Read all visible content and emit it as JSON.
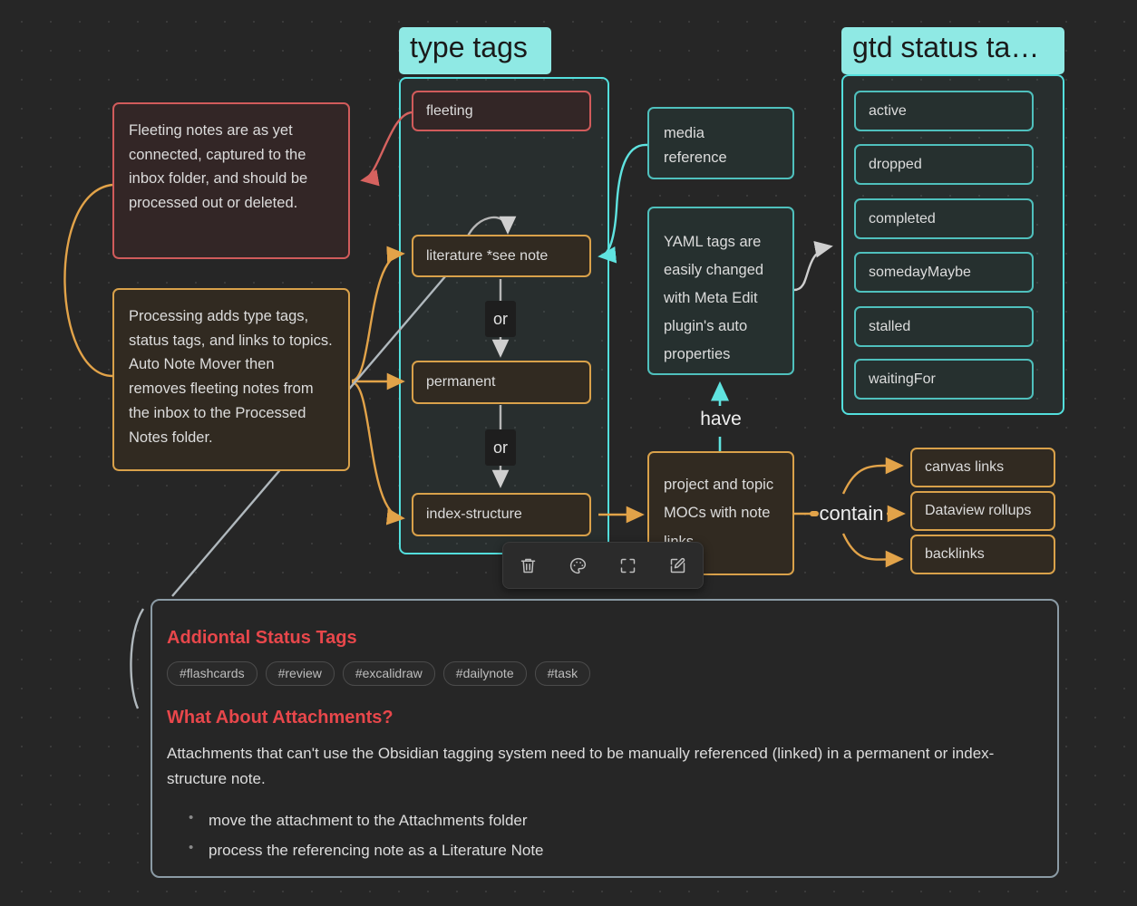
{
  "canvas": {
    "background_color": "#262626",
    "grid": "dot-grid"
  },
  "groups": [
    {
      "id": "type-tags",
      "label": "type tags",
      "color": "#8fe9e4"
    },
    {
      "id": "gtd-status",
      "label": "gtd status ta…",
      "color": "#8fe9e4"
    }
  ],
  "notes": {
    "fleeting_note": "Fleeting notes are as yet connected, captured to the inbox folder, and should be processed out or deleted.",
    "processing_note": "Processing adds type tags, status tags, and links to topics. Auto Note Mover then removes fleeting notes from the inbox to the Processed Notes folder.",
    "yaml_note": "YAML tags are easily changed with Meta Edit plugin's auto properties",
    "media_reference": "media reference",
    "mocs": "project and topic MOCs with note links"
  },
  "type_tags": [
    {
      "label": "fleeting",
      "color": "#d15b5b"
    },
    {
      "label": "literature *see note",
      "color": "#d9a14a"
    },
    {
      "label": "permanent",
      "color": "#d9a14a"
    },
    {
      "label": "index-structure",
      "color": "#d9a14a"
    }
  ],
  "gtd_status_tags": [
    {
      "label": "active"
    },
    {
      "label": "dropped"
    },
    {
      "label": "completed"
    },
    {
      "label": "somedayMaybe"
    },
    {
      "label": "stalled"
    },
    {
      "label": "waitingFor"
    }
  ],
  "moc_contents": [
    {
      "label": "canvas links"
    },
    {
      "label": "Dataview rollups"
    },
    {
      "label": "backlinks"
    }
  ],
  "edge_labels": {
    "or_1": "or",
    "or_2": "or",
    "have": "have",
    "contain": "contain"
  },
  "markdown_card": {
    "heading_1": "Addiontal Status Tags",
    "tags": [
      "#flashcards",
      "#review",
      "#excalidraw",
      "#dailynote",
      "#task"
    ],
    "heading_2": "What About Attachments?",
    "paragraph": "Attachments that can't use the Obsidian tagging system need to be manually referenced (linked) in a permanent or index-structure note.",
    "bullets": [
      "move the attachment to the Attachments folder",
      "process the referencing note as a Literature Note"
    ],
    "heading_color": "#e8474b"
  },
  "toolbar": {
    "buttons": [
      {
        "name": "trash-icon",
        "tooltip": "Delete"
      },
      {
        "name": "palette-icon",
        "tooltip": "Set color"
      },
      {
        "name": "crop-icon",
        "tooltip": "Zoom to selection"
      },
      {
        "name": "edit-icon",
        "tooltip": "Edit"
      }
    ]
  },
  "edge_colors": {
    "red": "#d6625f",
    "orange": "#e2a349",
    "cyan": "#5fe3e0",
    "gray": "#cfcfcf"
  }
}
